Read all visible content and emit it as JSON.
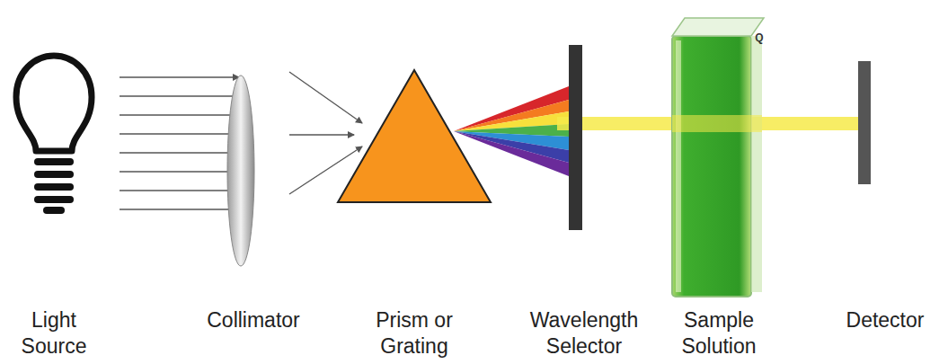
{
  "diagram": {
    "labels": [
      "Light Source",
      "Collimator",
      "Prism or Grating",
      "Wavelength Selector",
      "Sample Solution",
      "Detector",
      "Q"
    ]
  }
}
